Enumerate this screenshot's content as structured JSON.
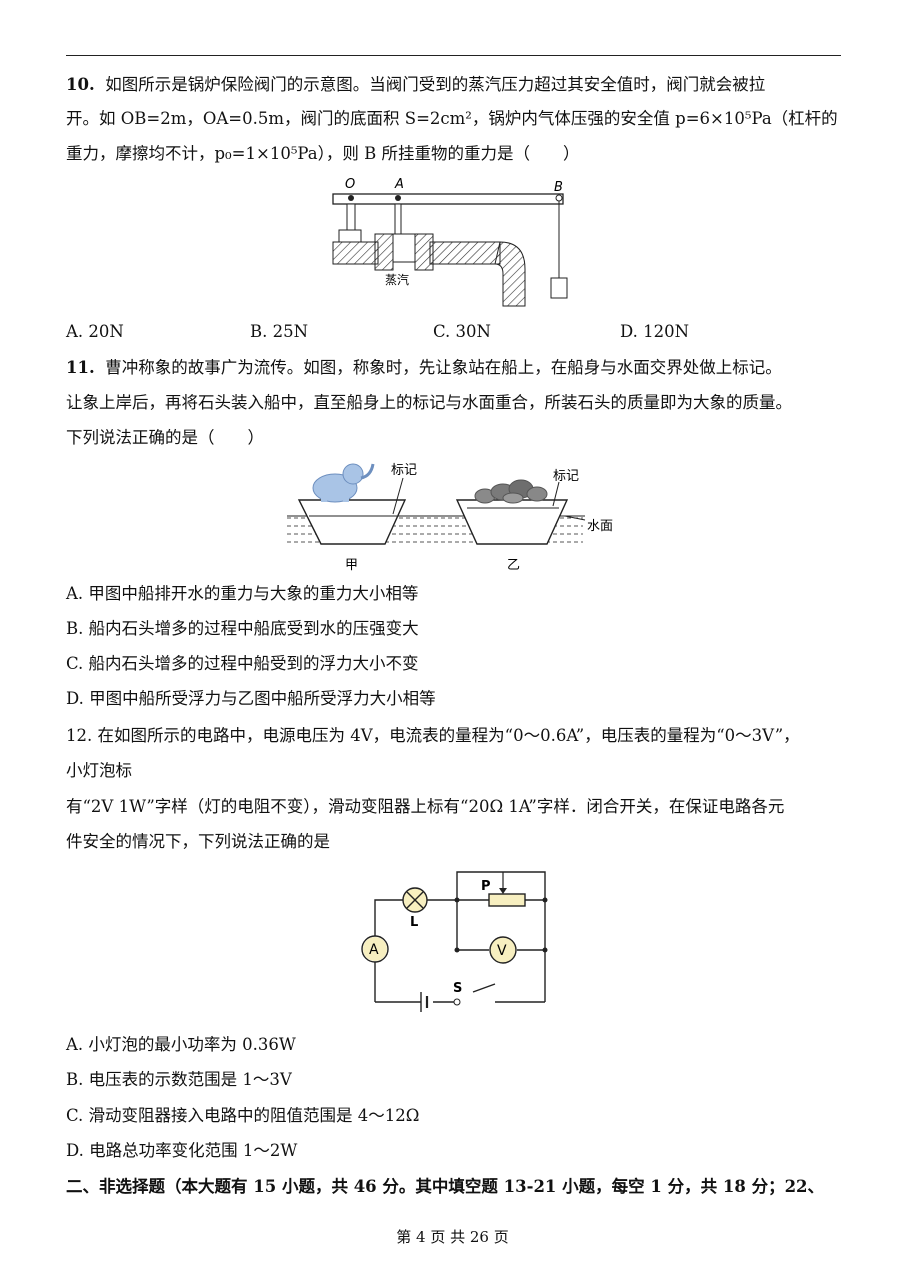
{
  "q10": {
    "number": "10.",
    "line1": "如图所示是锅炉保险阀门的示意图。当阀门受到的蒸汽压力超过其安全值时，阀门就会被拉",
    "line2": "开。如 OB=2m，OA=0.5m，阀门的底面积 S=2cm²，锅炉内气体压强的安全值 p=6×10⁵Pa（杠杆的",
    "line3": "重力，摩擦均不计，p₀=1×10⁵Pa），则 B 所挂重物的重力是（　　）",
    "fig": {
      "label_o": "O",
      "label_a": "A",
      "label_b": "B",
      "label_steam": "蒸汽"
    },
    "options": [
      "A. 20N",
      "B. 25N",
      "C. 30N",
      "D. 120N"
    ]
  },
  "q11": {
    "number": "11.",
    "line1": "曹冲称象的故事广为流传。如图，称象时，先让象站在船上，在船身与水面交界处做上标记。",
    "line2": "让象上岸后，再将石头装入船中，直至船身上的标记与水面重合，所装石头的质量即为大象的质量。",
    "line3": "下列说法正确的是（　　）",
    "fig": {
      "mark_left": "标记",
      "mark_right": "标记",
      "water": "水面",
      "left_caption": "甲",
      "right_caption": "乙"
    },
    "options": [
      "A. 甲图中船排开水的重力与大象的重力大小相等",
      "B. 船内石头增多的过程中船底受到水的压强变大",
      "C. 船内石头增多的过程中船受到的浮力大小不变",
      "D. 甲图中船所受浮力与乙图中船所受浮力大小相等"
    ]
  },
  "q12": {
    "line1": "12. 在如图所示的电路中，电源电压为 4V，电流表的量程为“0～0.6A”，电压表的量程为“0～3V”，",
    "line2": "小灯泡标",
    "line3": "有“2V 1W”字样（灯的电阻不变），滑动变阻器上标有“20Ω 1A”字样．闭合开关，在保证电路各元",
    "line4": "件安全的情况下，下列说法正确的是",
    "fig": {
      "p": "P",
      "l": "L",
      "a": "A",
      "v": "V",
      "s": "S"
    },
    "options": [
      "A. 小灯泡的最小功率为 0.36W",
      "B. 电压表的示数范围是 1～3V",
      "C. 滑动变阻器接入电路中的阻值范围是 4～12Ω",
      "D. 电路总功率变化范围 1～2W"
    ]
  },
  "section2": "二、非选择题（本大题有 15 小题，共 46 分。其中填空题 13-21 小题，每空 1 分，共 18 分；22、",
  "footer": "第 4 页 共 26 页"
}
